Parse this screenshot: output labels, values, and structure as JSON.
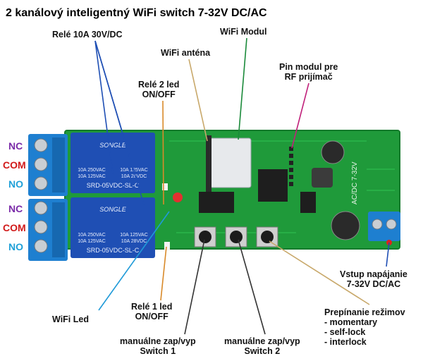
{
  "title": "2 kanálový inteligentný WiFi switch 7-32V DC/AC",
  "terminals": {
    "nc": "NC",
    "com": "COM",
    "no": "NO"
  },
  "labels": {
    "rele_10a": "Relé 10A 30V/DC",
    "wifi_modul": "WiFi Modul",
    "wifi_antena": "WiFi anténa",
    "rele2_led": [
      "Relé 2 led",
      "ON/OFF"
    ],
    "pin_modul": [
      "Pin modul pre",
      "RF prijímač"
    ],
    "vstup": [
      "Vstup napájanie",
      "7-32V DC/AC"
    ],
    "prepinanie": [
      "Prepínanie režimov",
      "- momentary",
      "- self-lock",
      "- interlock"
    ],
    "wifi_led": "WiFi Led",
    "rele1_led": [
      "Relé 1 led",
      "ON/OFF"
    ],
    "switch1": [
      "manuálne zap/vyp",
      "Switch 1"
    ],
    "switch2": [
      "manuálne zap/vyp",
      "Switch 2"
    ]
  },
  "board_print": {
    "relay_brand": "SONGLE",
    "relay_model": "SRD-05VDC-SL-C",
    "relay_rating_left": [
      "10A 250VAC",
      "10A 125VAC"
    ],
    "relay_rating_right": [
      "10A 125VAC",
      "10A 28VDC"
    ],
    "voltage_silk": "AC/DC 7-32V"
  },
  "colors": {
    "nc": "#7a2aa8",
    "com": "#d11a1a",
    "no": "#1ea0d8",
    "pcb": "#1f9a3a",
    "relay": "#1f4fb4",
    "terminal": "#1e7fd0",
    "line_blue": "#1f4fb4",
    "line_orange": "#d98a2a",
    "line_green": "#1a8a3a",
    "line_magenta": "#c0207a",
    "line_gold": "#c8a86a"
  }
}
